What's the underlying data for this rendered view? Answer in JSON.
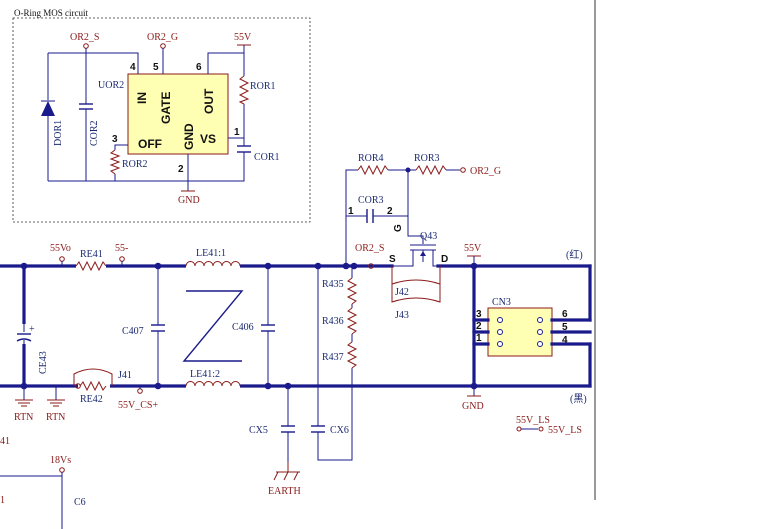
{
  "frame_title": "O-Ring MOS circuit",
  "uor2": {
    "ref": "UOR2",
    "pins": {
      "in": "IN",
      "gate": "GATE",
      "out": "OUT",
      "off": "OFF",
      "gnd": "GND",
      "vs": "VS"
    },
    "pin_numbers": {
      "p4": "4",
      "p5": "5",
      "p6": "6",
      "p3": "3",
      "p2": "2",
      "p1": "1"
    }
  },
  "nets": {
    "or2_s_top": "OR2_S",
    "or2_g_top": "OR2_G",
    "v55_top": "55V",
    "gnd_top": "GND",
    "v55o": "55Vo",
    "v55_minus": "55-",
    "or2_s_main": "OR2_S",
    "v55_main": "55V",
    "or2_g_right": "OR2_G",
    "gnd_bottom": "GND",
    "rtn1": "RTN",
    "rtn2": "RTN",
    "v55_cs": "55V_CS+",
    "earth": "EARTH",
    "v55_ls_a": "55V_LS",
    "v55_ls_b": "55V_LS",
    "v18s": "18Vs"
  },
  "components": {
    "dor1": "DOR1",
    "cor2": "COR2",
    "ror2": "ROR2",
    "ror1": "ROR1",
    "cor1": "COR1",
    "ror4": "ROR4",
    "ror3": "ROR3",
    "cor3": "COR3",
    "cor3_pin1": "1",
    "cor3_pin2": "2",
    "q43": "Q43",
    "q43_g": "G",
    "q43_s": "S",
    "q43_d": "D",
    "j42": "J42",
    "j43": "J43",
    "re41": "RE41",
    "re42": "RE42",
    "j41": "J41",
    "le41_1": "LE41:1",
    "le41_2": "LE41:2",
    "c407": "C407",
    "c406": "C406",
    "ce43": "CE43",
    "r435": "R435",
    "r436": "R436",
    "r437": "R437",
    "cx5": "CX5",
    "cx6": "CX6",
    "cn3": "CN3",
    "cn3_pins": [
      "3",
      "2",
      "1",
      "6",
      "5",
      "4"
    ],
    "c6": "C6"
  },
  "notes": {
    "red": "(红)",
    "black": "(黑)",
    "edge_left_1": "41",
    "edge_left_2": "1"
  },
  "colors": {
    "wire": "#1a1a8c",
    "component": "#8b1a1a",
    "text": "#1b2a72",
    "chip_fill": "#ffffb4"
  }
}
